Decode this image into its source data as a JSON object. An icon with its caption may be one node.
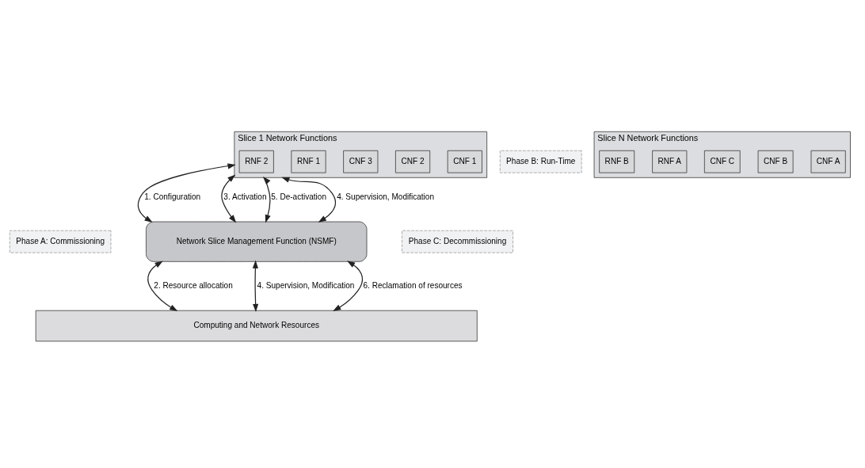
{
  "diagram": {
    "nodes": [
      {
        "text": [
          "Slice 1 Network Functions"
        ]
      },
      {
        "text": [
          "CNF 1"
        ],
        "in": 0
      },
      {
        "text": [
          "CNF 2"
        ],
        "in": 0
      },
      {
        "text": [
          "CNF 3"
        ],
        "in": 0
      },
      {
        "text": [
          "RNF 1"
        ],
        "in": 0
      },
      {
        "text": [
          "RNF 2"
        ],
        "in": 0
      },
      {
        "text": [
          "Phase B: Run-Time"
        ]
      },
      {
        "text": [
          "Slice N Network Functions"
        ]
      },
      {
        "text": [
          "CNF A"
        ],
        "in": 7
      },
      {
        "text": [
          "CNF B"
        ],
        "in": 7
      },
      {
        "text": [
          "CNF C"
        ],
        "in": 7
      },
      {
        "text": [
          "RNF A"
        ],
        "in": 7
      },
      {
        "text": [
          "RNF B"
        ],
        "in": 7
      },
      {
        "text": [
          "Phase A: Commissioning"
        ]
      },
      {
        "text": [
          "Network Slice Management Function (NSMF)"
        ]
      },
      {
        "text": [
          "Phase C: Decommissioning"
        ]
      },
      {
        "text": [
          "Computing and Network Resources"
        ]
      }
    ],
    "edges": [
      {
        "from": 0,
        "to": 14,
        "arrow": "both",
        "label": "1. Configuration"
      },
      {
        "from": 0,
        "to": 14,
        "arrow": "both",
        "label": "3. Activation"
      },
      {
        "from": 0,
        "to": 14,
        "arrow": "both",
        "label": "5. De-activation"
      },
      {
        "from": 0,
        "to": 14,
        "arrow": "both",
        "label": "4. Supervision, Modification"
      },
      {
        "from": 14,
        "to": 16,
        "arrow": "both",
        "label": "2. Resource allocation"
      },
      {
        "from": 14,
        "to": 16,
        "arrow": "both",
        "label": "4. Supervision, Modification"
      },
      {
        "from": 14,
        "to": 16,
        "arrow": "both",
        "label": "6. Reclamation of resources"
      }
    ]
  }
}
